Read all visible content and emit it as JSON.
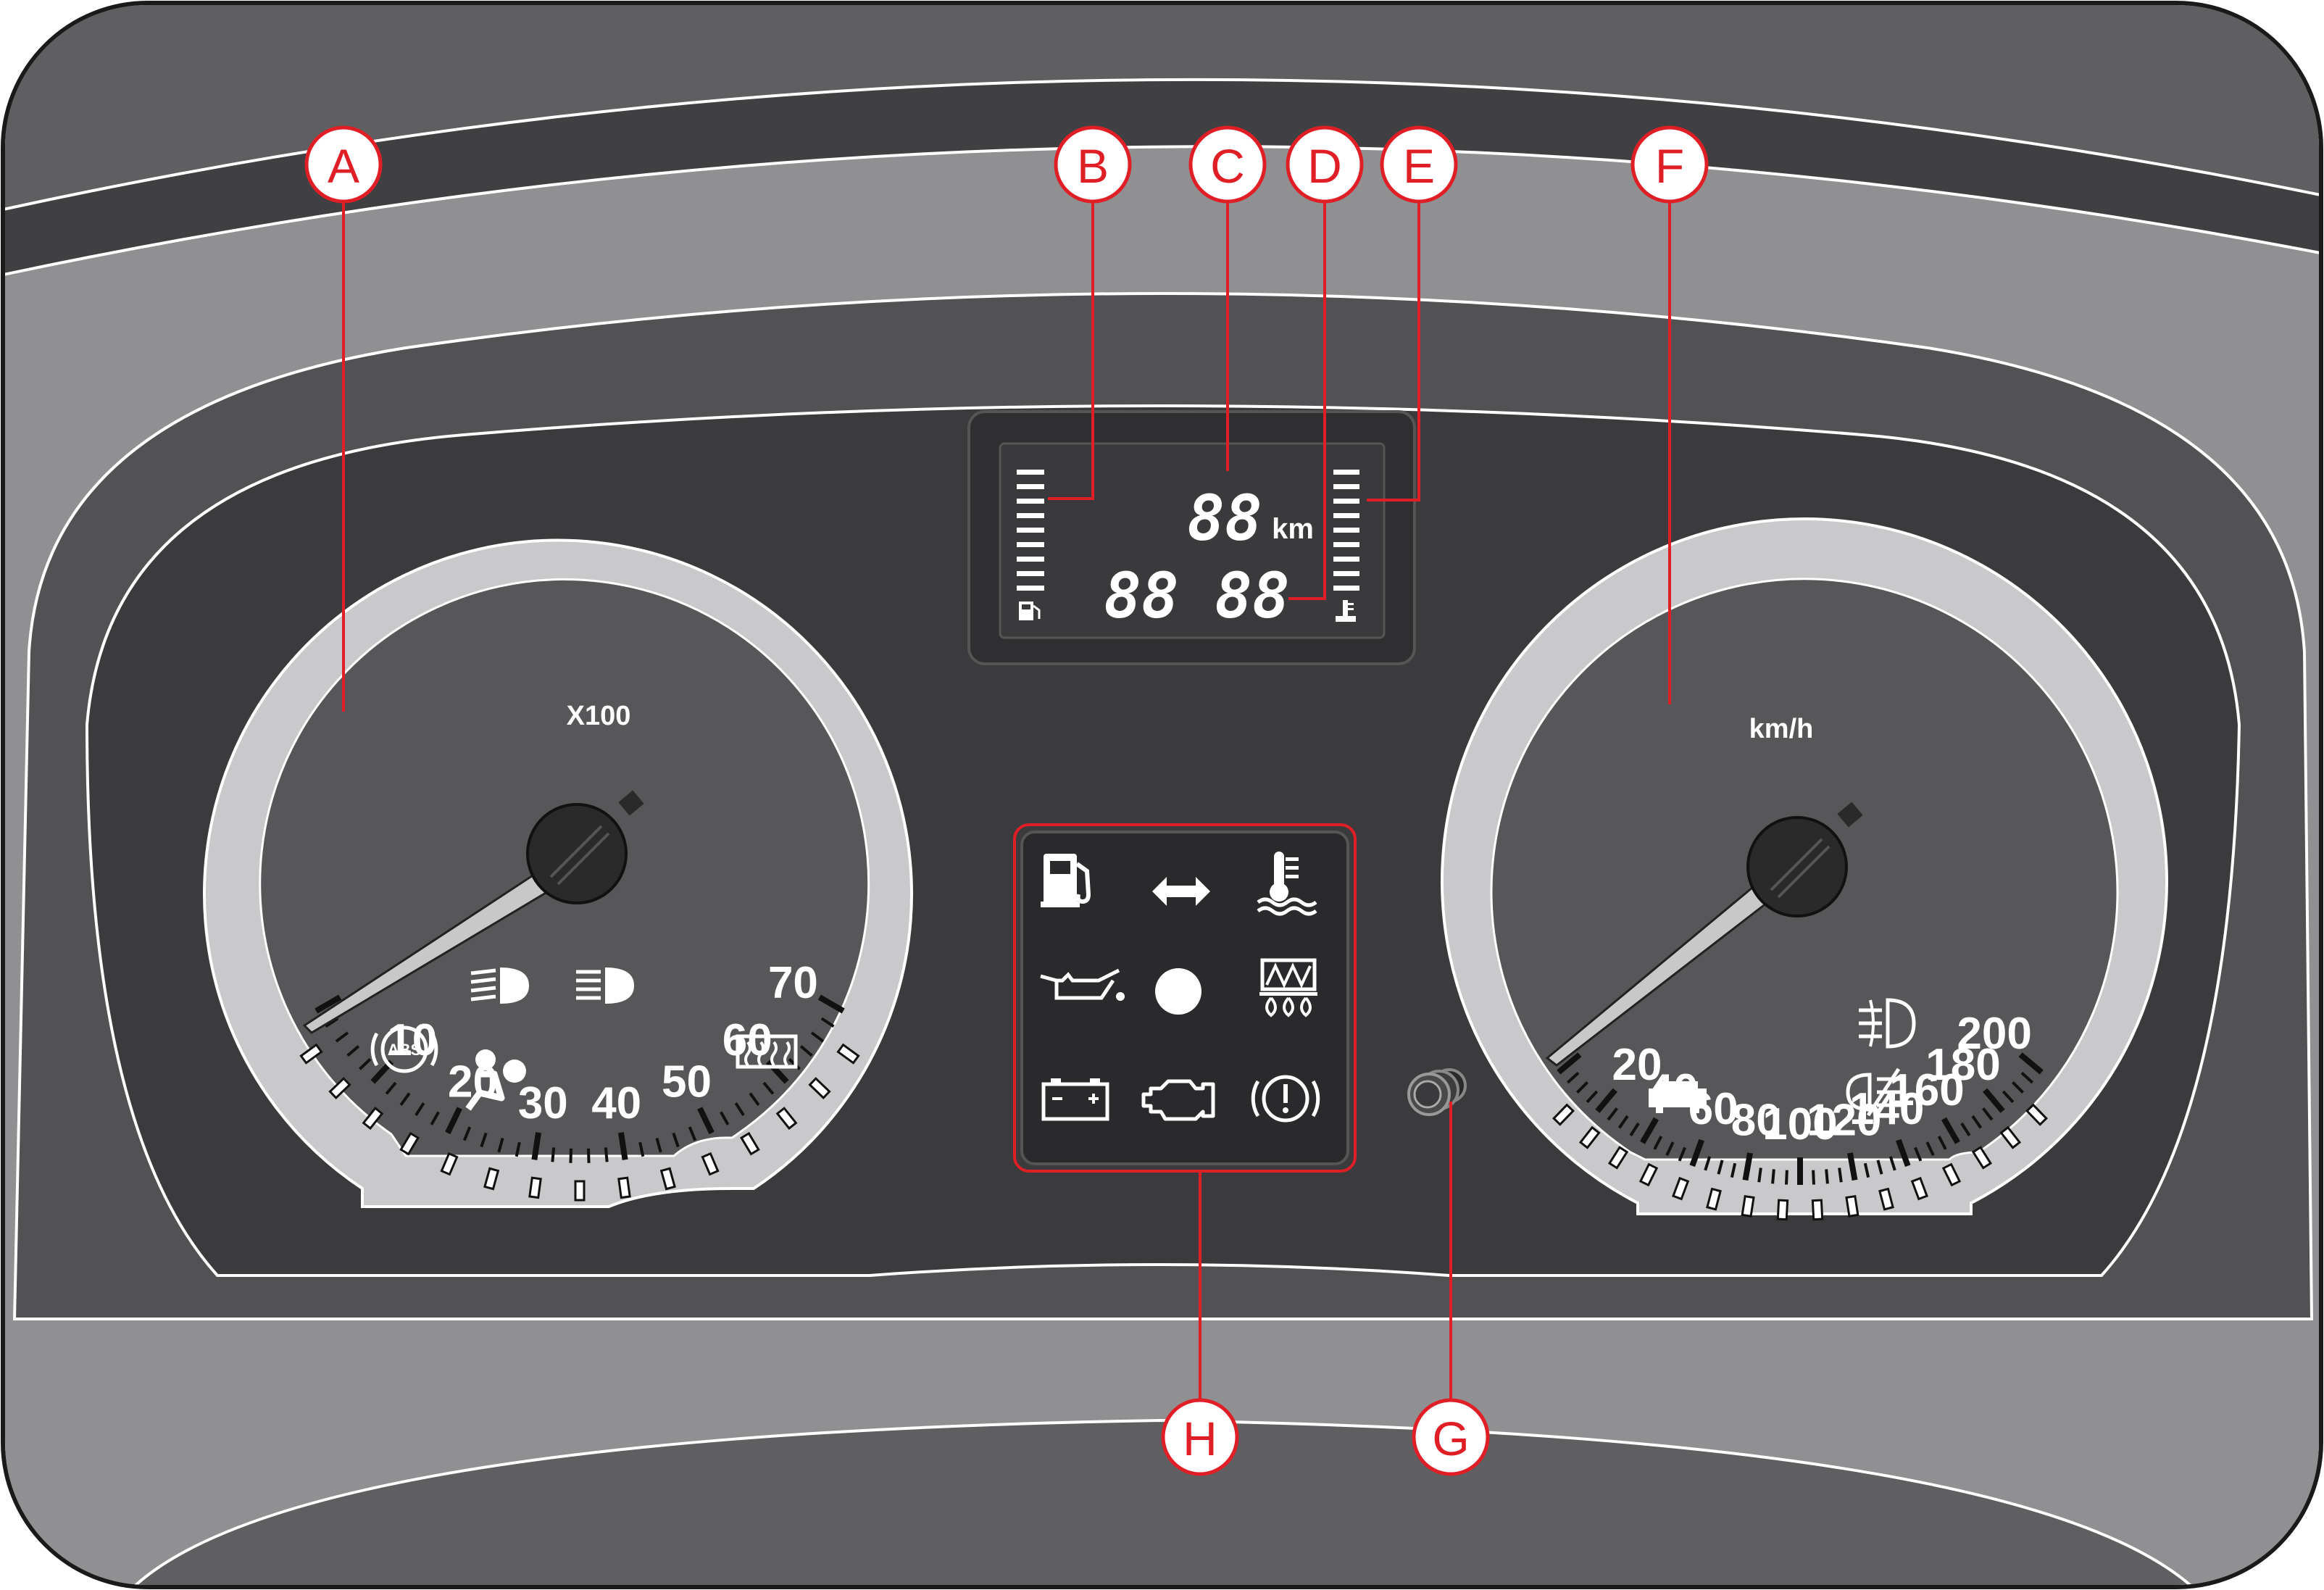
{
  "tachometer": {
    "numbers": [
      "10",
      "20",
      "30",
      "40",
      "50",
      "60",
      "70"
    ],
    "multiplier": "X100",
    "warning_icons": [
      "low-beam-icon",
      "main-beam-icon",
      "abs-icon",
      "airbag-icon",
      "rear-demister-icon"
    ]
  },
  "speedometer": {
    "numbers": [
      "20",
      "40",
      "60",
      "80",
      "100",
      "120",
      "140",
      "160",
      "180",
      "200"
    ],
    "unit": "km/h",
    "warning_icons": [
      "front-fog-icon",
      "door-open-icon",
      "rear-fog-icon"
    ]
  },
  "display": {
    "trip_value": "88",
    "trip_unit": "km",
    "clock_hours": "88",
    "clock_minutes": "88",
    "fuel_gauge_icon": "fuel-pump-icon",
    "temp_gauge_icon": "coolant-temp-icon"
  },
  "warning_panel": {
    "icons": [
      "low-fuel-icon",
      "turn-indicator-icon",
      "coolant-temperature-icon",
      "oil-pressure-icon",
      "warning-light-icon",
      "glow-plug-icon",
      "battery-charge-icon",
      "engine-fault-icon",
      "brake-warning-icon"
    ]
  },
  "callouts": {
    "A": "A",
    "B": "B",
    "C": "C",
    "D": "D",
    "E": "E",
    "F": "F",
    "G": "G",
    "H": "H"
  },
  "colors": {
    "callout": "#e01e26",
    "panel_dark": "#3b3b3d",
    "dial_face": "#575759",
    "bezel": "#c9c9cb"
  }
}
